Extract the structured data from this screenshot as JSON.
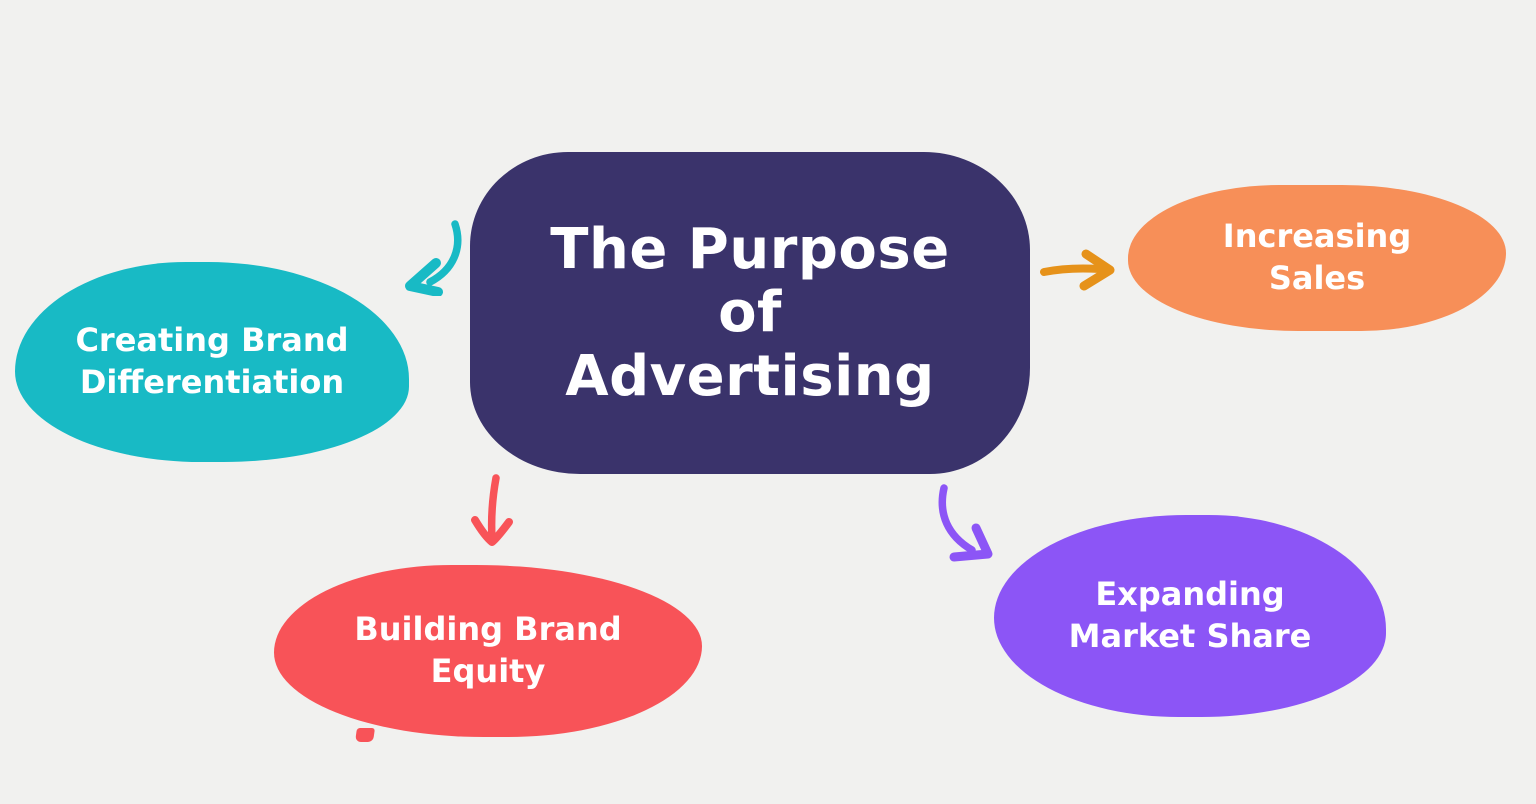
{
  "background_color": "#f1f1ef",
  "text_color": "#ffffff",
  "center": {
    "lines": [
      "The Purpose",
      "of",
      "Advertising"
    ],
    "color": "#3a336b"
  },
  "nodes": {
    "teal": {
      "lines": [
        "Creating Brand",
        "Differentiation"
      ],
      "color": "#18bac5"
    },
    "orange": {
      "lines": [
        "Increasing",
        "Sales"
      ],
      "color": "#f78f58"
    },
    "red": {
      "lines": [
        "Building Brand",
        "Equity"
      ],
      "color": "#f85358"
    },
    "purple": {
      "lines": [
        "Expanding",
        "Market Share"
      ],
      "color": "#8c55f6"
    }
  },
  "arrows": {
    "teal": {
      "color": "#18bac5"
    },
    "orange": {
      "color": "#e6921a"
    },
    "red": {
      "color": "#f85358"
    },
    "purple": {
      "color": "#8c55f6"
    }
  }
}
